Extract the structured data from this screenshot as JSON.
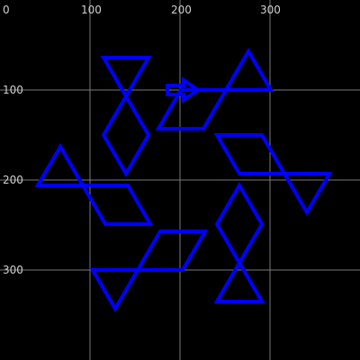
{
  "board": {
    "background_color": "#000000",
    "grid_color": "#7a7a7a",
    "piece_color": "#0000ff",
    "cursor_icon": "arrow-right-icon",
    "x_ticks": [
      "0",
      "100",
      "200",
      "300"
    ],
    "y_ticks": [
      "100",
      "200",
      "300"
    ]
  }
}
